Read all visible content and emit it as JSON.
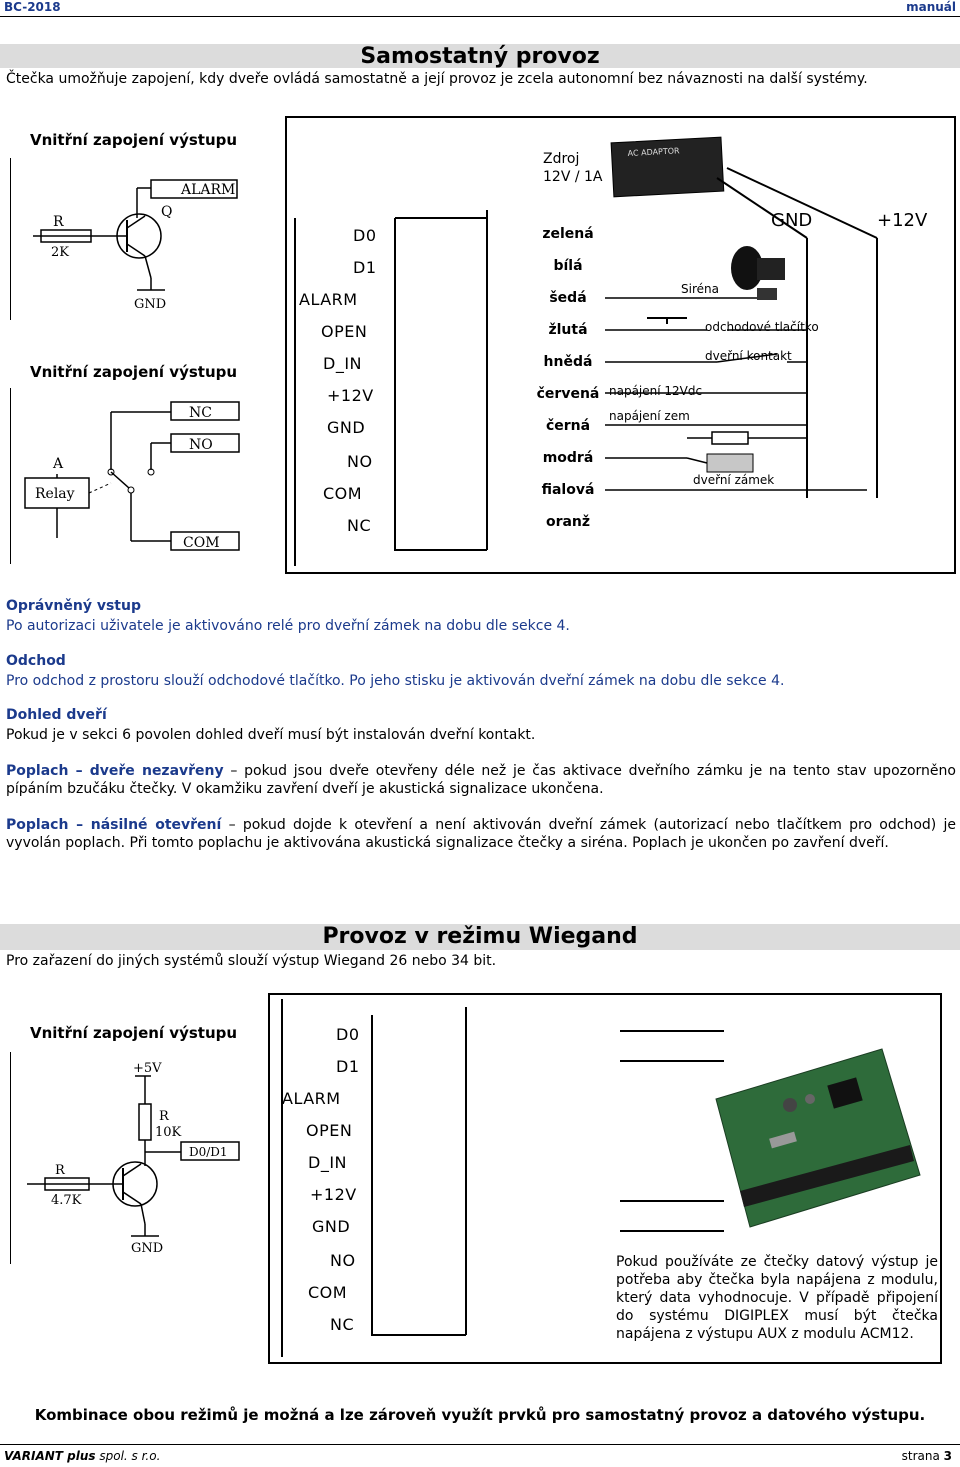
{
  "header": {
    "left": "BC-2018",
    "right": "manuál"
  },
  "section1": {
    "title": "Samostatný provoz",
    "intro": "Čtečka umožňuje zapojení, kdy dveře ovládá samostatně a její provoz je zcela autonomní bez návaznosti na další systémy.",
    "left_caption_1": "Vnitřní zapojení výstupu",
    "left_caption_2": "Vnitřní zapojení výstupu",
    "circuit1": {
      "alarm": "ALARM",
      "r": "R",
      "r_val": "2K",
      "q": "Q",
      "gnd": "GND"
    },
    "circuit2": {
      "nc": "NC",
      "no": "NO",
      "a": "A",
      "relay": "Relay",
      "com": "COM"
    },
    "power_label": "Zdroj\n12V / 1A",
    "adaptor_text": "AC ADAPTOR",
    "pins": [
      "D0",
      "D1",
      "ALARM",
      "OPEN",
      "D_IN",
      "+12V",
      "GND",
      "NO",
      "COM",
      "NC"
    ],
    "wires": [
      "zelená",
      "bílá",
      "šedá",
      "žlutá",
      "hnědá",
      "červená",
      "černá",
      "modrá",
      "fialová",
      "oranž"
    ],
    "gnd_label": "GND",
    "plus12_label": "+12V",
    "annotations": {
      "siren": "Siréna",
      "exit_button": "odchodové tlačítko",
      "door_contact": "dveřní kontakt",
      "power_12": "napájení 12Vdc",
      "power_gnd": "napájení zem",
      "door_lock": "dveřní zámek"
    }
  },
  "texts": {
    "h1": "Oprávněný vstup",
    "p1": "Po autorizaci uživatele je aktivováno relé pro dveřní zámek na dobu dle sekce 4.",
    "h2": "Odchod",
    "p2": "Pro odchod z prostoru slouží odchodové tlačítko. Po jeho stisku je aktivován dveřní zámek na dobu dle sekce 4.",
    "h3": "Dohled dveří",
    "p3": "Pokud je v sekci 6 povolen dohled dveří musí být instalován dveřní kontakt.",
    "alarm1_head": "Poplach – dveře nezavřeny",
    "alarm1_text": " – pokud jsou dveře otevřeny déle než je čas aktivace dveřního zámku je na tento stav upozorněno pípáním bzučáku čtečky. V okamžiku zavření dveří je akustická signalizace ukončena.",
    "alarm2_head": "Poplach – násilné otevření",
    "alarm2_text": " – pokud dojde k otevření a není aktivován dveřní zámek (autorizací nebo tlačítkem pro odchod) je vyvolán poplach. Při tomto poplachu je aktivována akustická signalizace čtečky a siréna. Poplach je ukončen po zavření dveří."
  },
  "section2": {
    "title": "Provoz v režimu Wiegand",
    "intro": "Pro zařazení do jiných systémů slouží výstup Wiegand 26 nebo 34 bit.",
    "left_caption": "Vnitřní zapojení výstupu",
    "circuit3": {
      "v5": "+5V",
      "r1": "R",
      "r1_val": "10K",
      "d0d1": "D0/D1",
      "r2": "R",
      "r2_val": "4.7K",
      "gnd": "GND"
    },
    "pins": [
      "D0",
      "D1",
      "ALARM",
      "OPEN",
      "D_IN",
      "+12V",
      "GND",
      "NO",
      "COM",
      "NC"
    ],
    "note": "Pokud používáte ze čtečky datový výstup je potřeba aby čtečka byla napájena z modulu, který data vyhodnocuje. V případě připojení do systému DIGIPLEX musí být čtečka napájena z výstupu AUX z modulu ACM12."
  },
  "combined": "Kombinace obou režimů je možná a lze zároveň využít prvků pro samostatný provoz a datového výstupu.",
  "footer": {
    "left": "VARIANT plus",
    "left_rest": " spol. s r.o.",
    "right_label": "strana ",
    "right_num": "3"
  }
}
